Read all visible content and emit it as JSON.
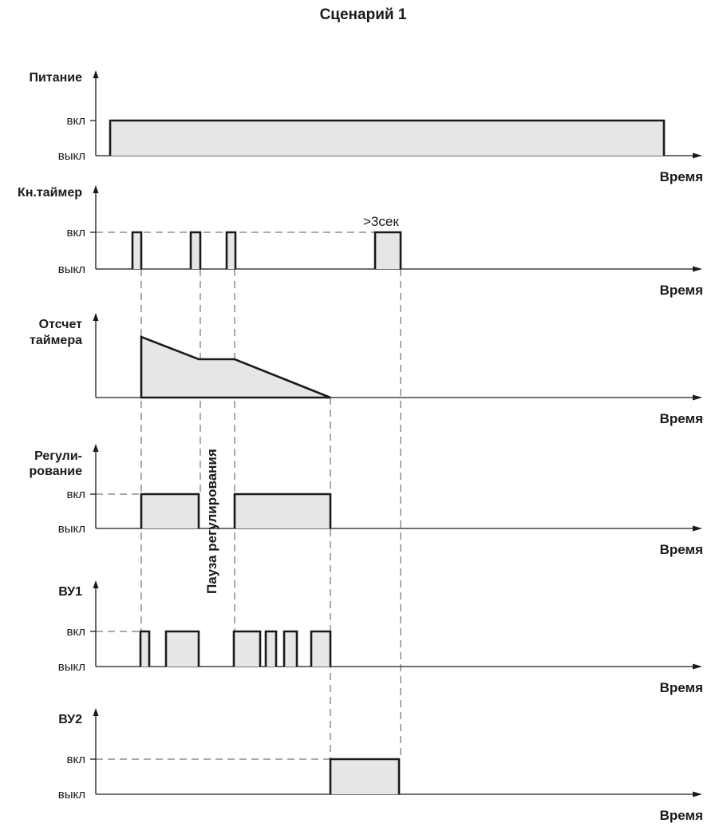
{
  "title": "Сценарий 1",
  "rows": [
    {
      "label": [
        "Питание"
      ],
      "on": "вкл",
      "off": "выкл",
      "time": "Время"
    },
    {
      "label": [
        "Кн.таймер"
      ],
      "on": "вкл",
      "off": "выкл",
      "time": "Время",
      "note": ">3сек"
    },
    {
      "label": [
        "Отсчет",
        "таймера"
      ],
      "time": "Время"
    },
    {
      "label": [
        "Регули-",
        "рование"
      ],
      "on": "вкл",
      "off": "выкл",
      "time": "Время"
    },
    {
      "label": [
        "ВУ1"
      ],
      "on": "вкл",
      "off": "выкл",
      "time": "Время"
    },
    {
      "label": [
        "ВУ2"
      ],
      "on": "вкл",
      "off": "выкл",
      "time": "Время"
    }
  ],
  "pause_label": "Пауза регулирования",
  "colors": {
    "line": "#1a1a1a",
    "fill": "#e6e6e6",
    "guide": "#555555"
  }
}
